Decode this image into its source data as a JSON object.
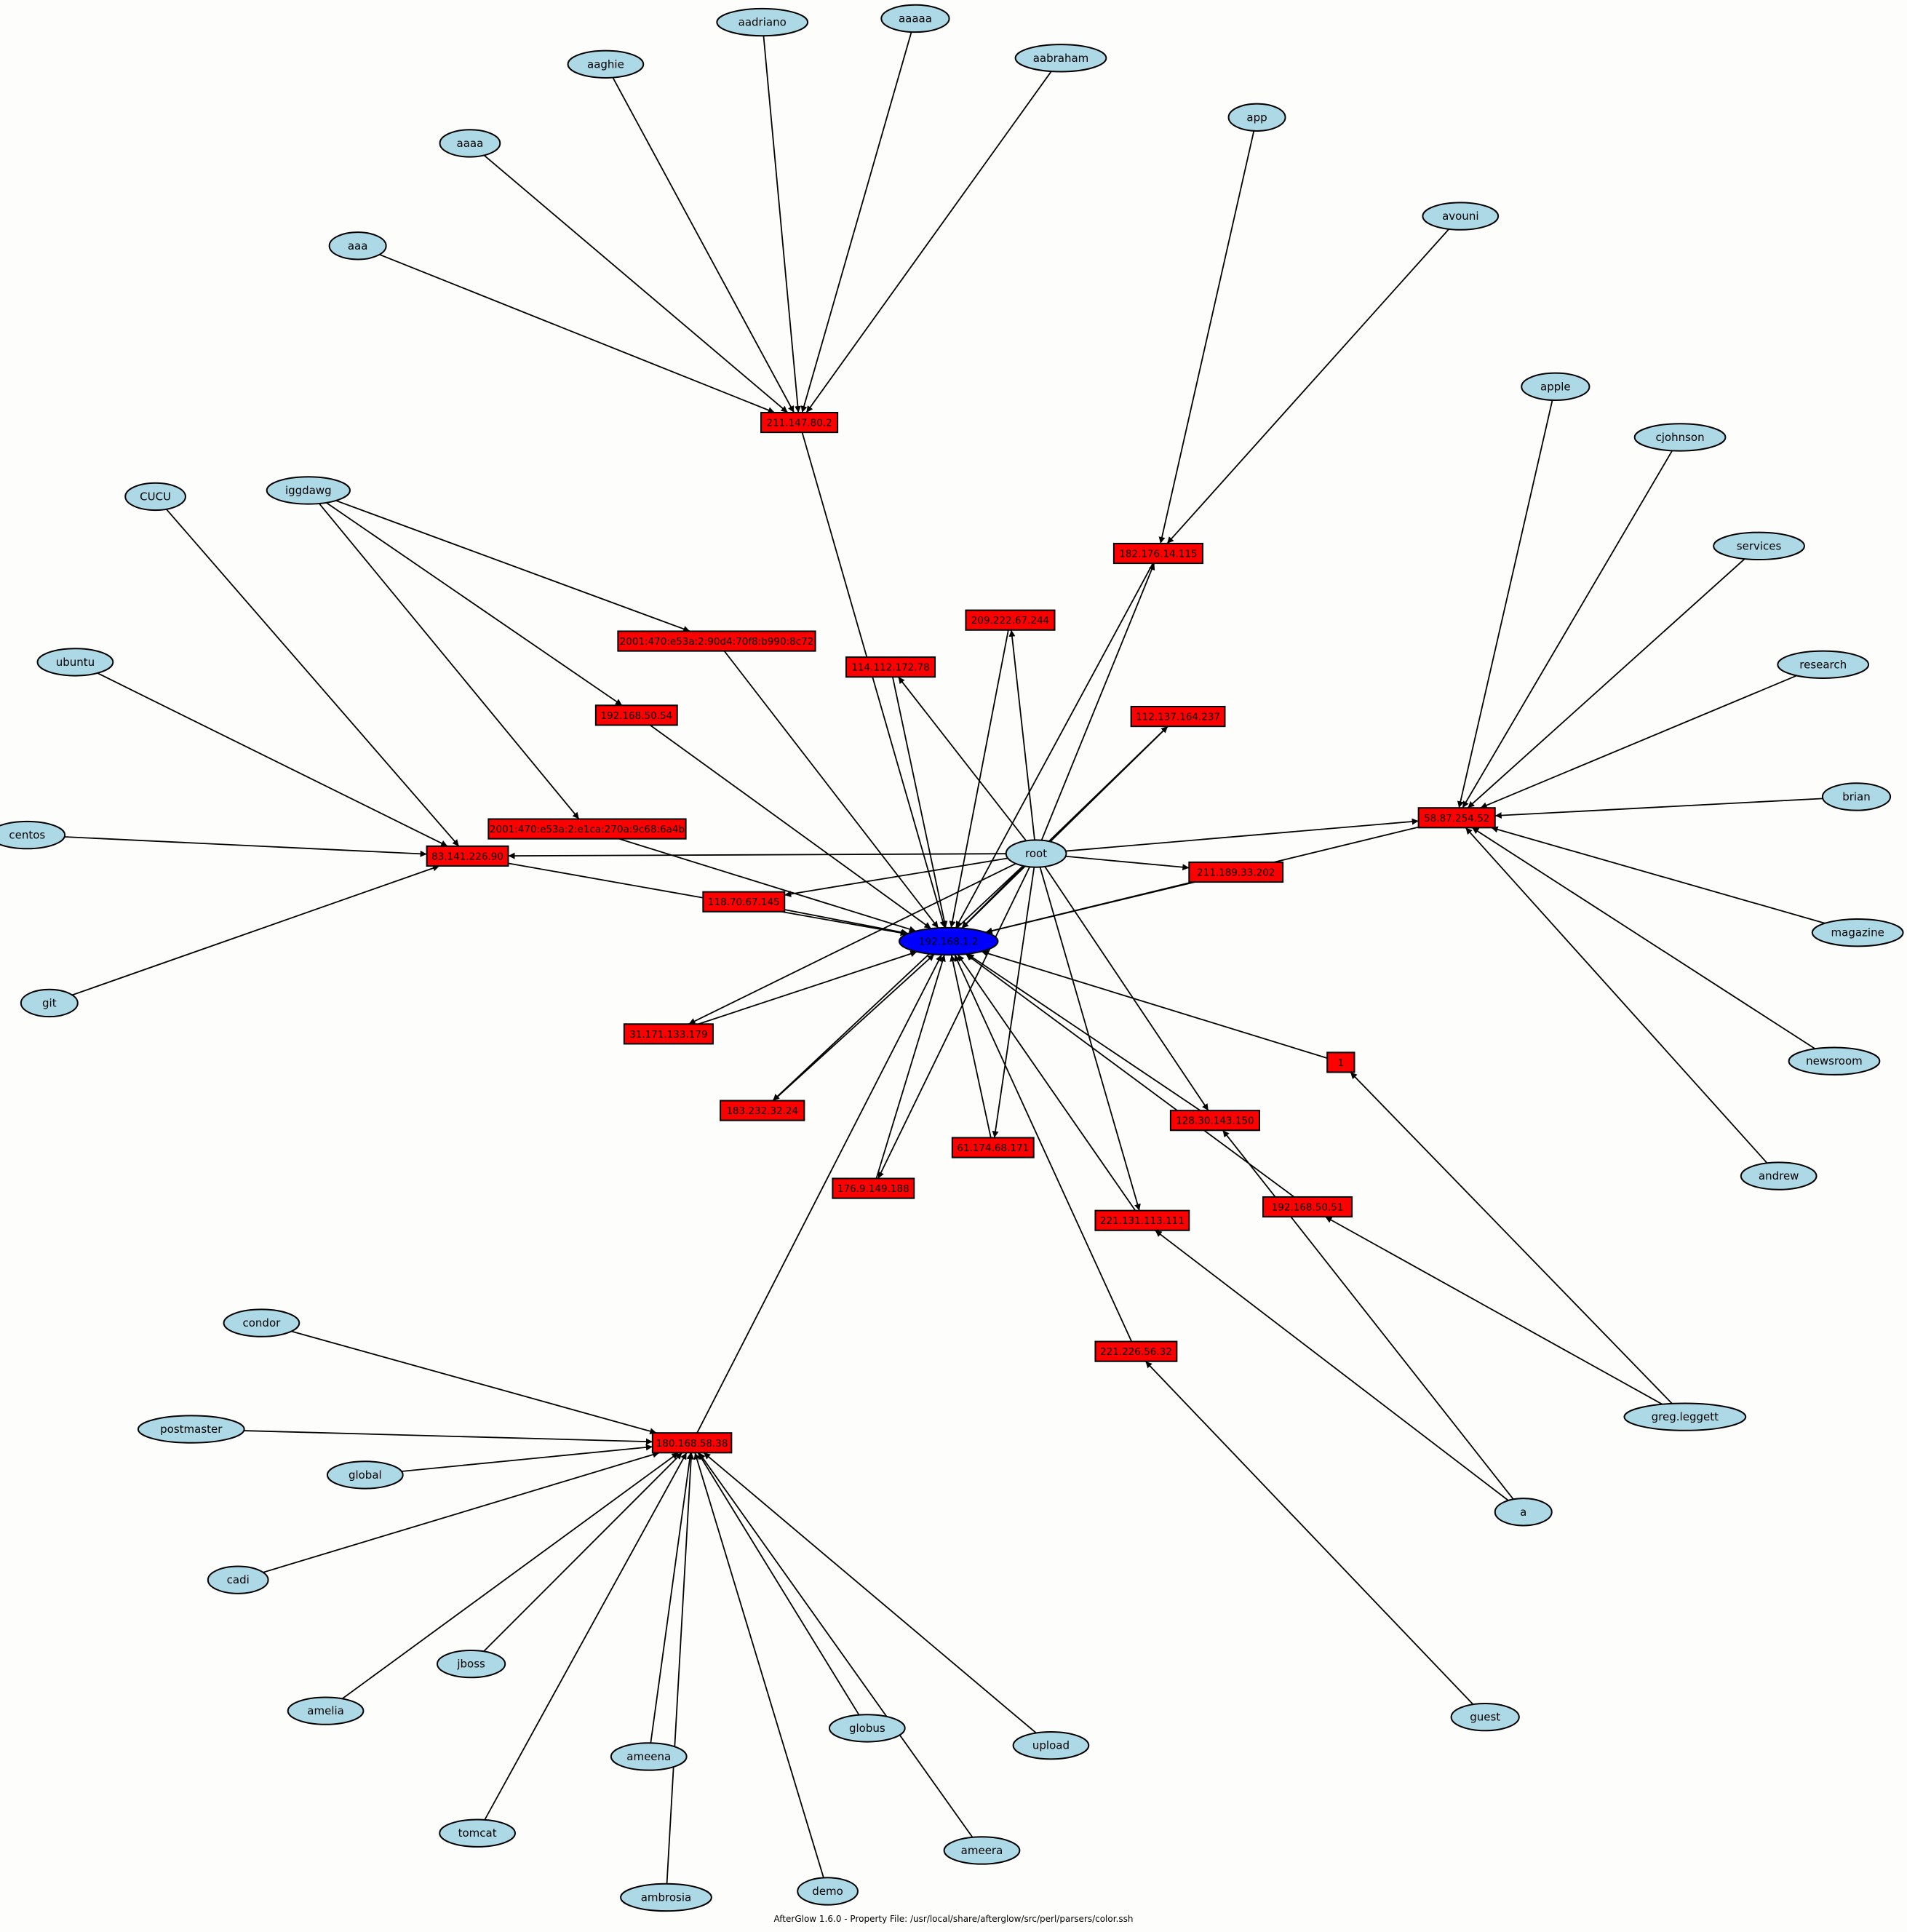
{
  "footer": "AfterGlow 1.6.0 - Property File: /usr/local/share/afterglow/src/perl/parsers/color.ssh",
  "colors": {
    "user_node": "#add8e6",
    "ip_node": "#ff0000",
    "center_node": "#0000ff",
    "edge": "#000000"
  },
  "nodes": [
    {
      "id": "aadriano",
      "label": "aadriano",
      "kind": "user"
    },
    {
      "id": "aaaaa",
      "label": "aaaaa",
      "kind": "user"
    },
    {
      "id": "aaghie",
      "label": "aaghie",
      "kind": "user"
    },
    {
      "id": "aabraham",
      "label": "aabraham",
      "kind": "user"
    },
    {
      "id": "aaaa",
      "label": "aaaa",
      "kind": "user"
    },
    {
      "id": "aaa",
      "label": "aaa",
      "kind": "user"
    },
    {
      "id": "app",
      "label": "app",
      "kind": "user"
    },
    {
      "id": "avouni",
      "label": "avouni",
      "kind": "user"
    },
    {
      "id": "apple",
      "label": "apple",
      "kind": "user"
    },
    {
      "id": "cjohnson",
      "label": "cjohnson",
      "kind": "user"
    },
    {
      "id": "services",
      "label": "services",
      "kind": "user"
    },
    {
      "id": "research",
      "label": "research",
      "kind": "user"
    },
    {
      "id": "brian",
      "label": "brian",
      "kind": "user"
    },
    {
      "id": "magazine",
      "label": "magazine",
      "kind": "user"
    },
    {
      "id": "newsroom",
      "label": "newsroom",
      "kind": "user"
    },
    {
      "id": "andrew",
      "label": "andrew",
      "kind": "user"
    },
    {
      "id": "cucu",
      "label": "CUCU",
      "kind": "user"
    },
    {
      "id": "iggdawg",
      "label": "iggdawg",
      "kind": "user"
    },
    {
      "id": "ubuntu",
      "label": "ubuntu",
      "kind": "user"
    },
    {
      "id": "centos",
      "label": "centos",
      "kind": "user"
    },
    {
      "id": "git",
      "label": "git",
      "kind": "user"
    },
    {
      "id": "root",
      "label": "root",
      "kind": "user"
    },
    {
      "id": "greg",
      "label": "greg.leggett",
      "kind": "user"
    },
    {
      "id": "a",
      "label": "a",
      "kind": "user"
    },
    {
      "id": "guest",
      "label": "guest",
      "kind": "user"
    },
    {
      "id": "condor",
      "label": "condor",
      "kind": "user"
    },
    {
      "id": "postmaster",
      "label": "postmaster",
      "kind": "user"
    },
    {
      "id": "global",
      "label": "global",
      "kind": "user"
    },
    {
      "id": "cadi",
      "label": "cadi",
      "kind": "user"
    },
    {
      "id": "jboss",
      "label": "jboss",
      "kind": "user"
    },
    {
      "id": "amelia",
      "label": "amelia",
      "kind": "user"
    },
    {
      "id": "globus",
      "label": "globus",
      "kind": "user"
    },
    {
      "id": "upload",
      "label": "upload",
      "kind": "user"
    },
    {
      "id": "ameena",
      "label": "ameena",
      "kind": "user"
    },
    {
      "id": "tomcat",
      "label": "tomcat",
      "kind": "user"
    },
    {
      "id": "ameera",
      "label": "ameera",
      "kind": "user"
    },
    {
      "id": "ambrosia",
      "label": "ambrosia",
      "kind": "user"
    },
    {
      "id": "demo",
      "label": "demo",
      "kind": "user"
    },
    {
      "id": "center",
      "label": "192.168.1.2",
      "kind": "center"
    },
    {
      "id": "ip211_147",
      "label": "211.147.80.2",
      "kind": "ip"
    },
    {
      "id": "ip182",
      "label": "182.176.14.115",
      "kind": "ip"
    },
    {
      "id": "ip209",
      "label": "209.222.67.244",
      "kind": "ip"
    },
    {
      "id": "ip114",
      "label": "114.112.172.78",
      "kind": "ip"
    },
    {
      "id": "ip2001a",
      "label": "2001:470:e53a:2:90d4:70f8:b990:8c72",
      "kind": "ip"
    },
    {
      "id": "ip112",
      "label": "112.137.164.237",
      "kind": "ip"
    },
    {
      "id": "ip58",
      "label": "58.87.254.52",
      "kind": "ip"
    },
    {
      "id": "ip192_54",
      "label": "192.168.50.54",
      "kind": "ip"
    },
    {
      "id": "ip2001b",
      "label": "2001:470:e53a:2:e1ca:270a:9c68:6a4b",
      "kind": "ip"
    },
    {
      "id": "ip83",
      "label": "83.141.226.90",
      "kind": "ip"
    },
    {
      "id": "ip211_189",
      "label": "211.189.33.202",
      "kind": "ip"
    },
    {
      "id": "ip118",
      "label": "118.70.67.145",
      "kind": "ip"
    },
    {
      "id": "ip31",
      "label": "31.171.133.179",
      "kind": "ip"
    },
    {
      "id": "ip1",
      "label": "1",
      "kind": "ip"
    },
    {
      "id": "ip183",
      "label": "183.232.32.24",
      "kind": "ip"
    },
    {
      "id": "ip61",
      "label": "61.174.68.171",
      "kind": "ip"
    },
    {
      "id": "ip128",
      "label": "128.30.143.150",
      "kind": "ip"
    },
    {
      "id": "ip176",
      "label": "176.9.149.188",
      "kind": "ip"
    },
    {
      "id": "ip192_51",
      "label": "192.168.50.51",
      "kind": "ip"
    },
    {
      "id": "ip221_131",
      "label": "221.131.113.111",
      "kind": "ip"
    },
    {
      "id": "ip221_226",
      "label": "221.226.56.32",
      "kind": "ip"
    },
    {
      "id": "ip180",
      "label": "180.168.58.38",
      "kind": "ip"
    }
  ],
  "edges": [
    [
      "aaa",
      "ip211_147"
    ],
    [
      "aaaa",
      "ip211_147"
    ],
    [
      "aaghie",
      "ip211_147"
    ],
    [
      "aadriano",
      "ip211_147"
    ],
    [
      "aaaaa",
      "ip211_147"
    ],
    [
      "aabraham",
      "ip211_147"
    ],
    [
      "ip211_147",
      "center"
    ],
    [
      "app",
      "ip182"
    ],
    [
      "avouni",
      "ip182"
    ],
    [
      "root",
      "ip182"
    ],
    [
      "ip182",
      "center"
    ],
    [
      "apple",
      "ip58"
    ],
    [
      "cjohnson",
      "ip58"
    ],
    [
      "services",
      "ip58"
    ],
    [
      "research",
      "ip58"
    ],
    [
      "brian",
      "ip58"
    ],
    [
      "magazine",
      "ip58"
    ],
    [
      "newsroom",
      "ip58"
    ],
    [
      "andrew",
      "ip58"
    ],
    [
      "root",
      "ip58"
    ],
    [
      "ip58",
      "center"
    ],
    [
      "cucu",
      "ip83"
    ],
    [
      "ubuntu",
      "ip83"
    ],
    [
      "centos",
      "ip83"
    ],
    [
      "git",
      "ip83"
    ],
    [
      "root",
      "ip83"
    ],
    [
      "ip83",
      "center"
    ],
    [
      "iggdawg",
      "ip2001a"
    ],
    [
      "iggdawg",
      "ip192_54"
    ],
    [
      "iggdawg",
      "ip2001b"
    ],
    [
      "ip2001a",
      "center"
    ],
    [
      "ip192_54",
      "center"
    ],
    [
      "ip2001b",
      "center"
    ],
    [
      "root",
      "ip209"
    ],
    [
      "ip209",
      "center"
    ],
    [
      "root",
      "ip114"
    ],
    [
      "ip114",
      "center"
    ],
    [
      "root",
      "ip112"
    ],
    [
      "ip112",
      "center"
    ],
    [
      "root",
      "ip211_189"
    ],
    [
      "ip211_189",
      "center"
    ],
    [
      "root",
      "ip118"
    ],
    [
      "ip118",
      "center"
    ],
    [
      "root",
      "ip31"
    ],
    [
      "ip31",
      "center"
    ],
    [
      "root",
      "ip183"
    ],
    [
      "ip183",
      "center"
    ],
    [
      "root",
      "ip176"
    ],
    [
      "ip176",
      "center"
    ],
    [
      "root",
      "ip61"
    ],
    [
      "ip61",
      "center"
    ],
    [
      "root",
      "ip128"
    ],
    [
      "ip128",
      "center"
    ],
    [
      "root",
      "ip221_131"
    ],
    [
      "ip221_131",
      "center"
    ],
    [
      "root",
      "center"
    ],
    [
      "greg",
      "ip1"
    ],
    [
      "ip1",
      "center"
    ],
    [
      "greg",
      "ip192_51"
    ],
    [
      "ip192_51",
      "center"
    ],
    [
      "a",
      "ip221_131"
    ],
    [
      "a",
      "ip128"
    ],
    [
      "guest",
      "ip221_226"
    ],
    [
      "ip221_226",
      "center"
    ],
    [
      "condor",
      "ip180"
    ],
    [
      "postmaster",
      "ip180"
    ],
    [
      "global",
      "ip180"
    ],
    [
      "cadi",
      "ip180"
    ],
    [
      "jboss",
      "ip180"
    ],
    [
      "amelia",
      "ip180"
    ],
    [
      "globus",
      "ip180"
    ],
    [
      "upload",
      "ip180"
    ],
    [
      "ameena",
      "ip180"
    ],
    [
      "tomcat",
      "ip180"
    ],
    [
      "ameera",
      "ip180"
    ],
    [
      "ambrosia",
      "ip180"
    ],
    [
      "demo",
      "ip180"
    ],
    [
      "ip180",
      "center"
    ]
  ]
}
